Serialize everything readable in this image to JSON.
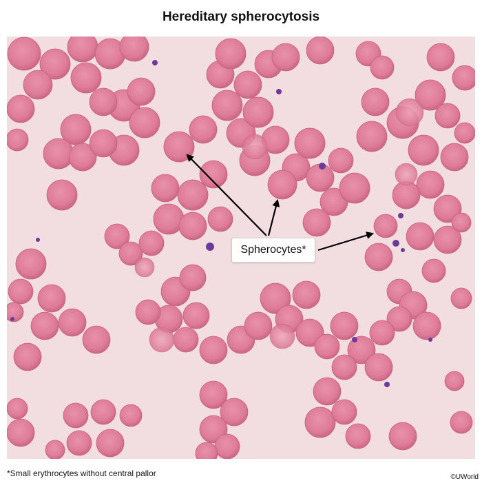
{
  "title": "Hereditary spherocytosis",
  "label": "Spherocytes*",
  "footnote": "*Small erythrocytes without central pallor",
  "copyright": "©UWorld",
  "colors": {
    "background_smear": "#f2dde0",
    "rbc_fill": "#e27f9c",
    "rbc_shadow": "#c85c7b",
    "platelet": "#6b3a9a",
    "arrow": "#000000"
  }
}
